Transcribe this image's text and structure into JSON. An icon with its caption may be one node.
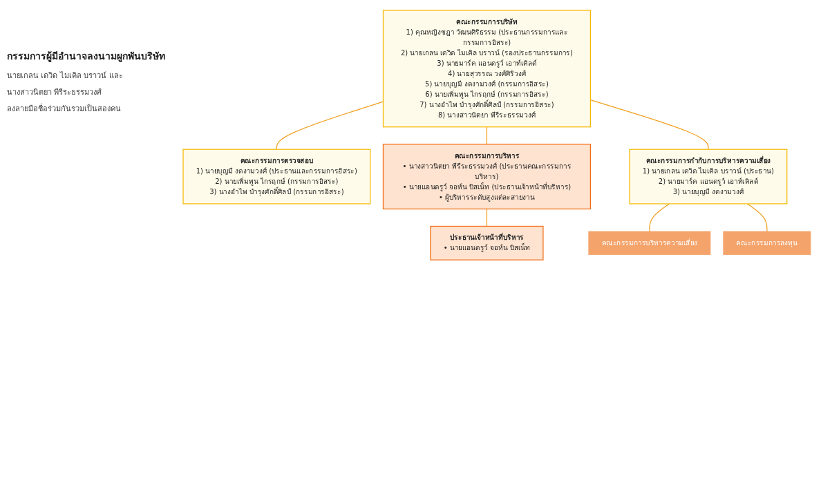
{
  "diagram": {
    "nodes": [
      {
        "text": [
          "คณะกรรมการบริษัท",
          "1) คุณหญิงชฎา วัฒนศิริธรรม (ประธานกรรมการและกรรมการอิสระ)",
          "2) นายเกลน เดวิด ไมเคิล บราวน์ (รองประธานกรรมการ)",
          "3) นายมาร์ค แอนดรูว์ เอาท์เคิลด์",
          "4) นายสุวรรณ วงศ์ศิริวงศ์",
          "5) นายบุญมี งดงามวงศ์ (กรรมการอิสระ)",
          "6) นายเพิ่มพูน ไกรฤกษ์ (กรรมการอิสระ)",
          "7) นางอำไพ บำรุงศักดิ์ศิลป์ (กรรมการอิสระ)",
          "8) นางสาวนิตยา พีรีระธรรมวงศ์"
        ]
      },
      {
        "text": [
          "คณะกรรมการตรวจสอบ",
          "1) นายบุญมี งดงามวงศ์ (ประธานและกรรมการอิสระ)",
          "2) นายเพิ่มพูน ไกรฤกษ์ (กรรมการอิสระ)",
          "3) นางอำไพ บำรุงศักดิ์ศิลป์ (กรรมการอิสระ)"
        ]
      },
      {
        "text": [
          "คณะกรรมการกำกับการบริหารความเสี่ยง",
          "1) นายเกลน เดวิด ไมเคิล บราวน์ (ประธาน)",
          "2) นายมาร์ค แอนดรูว์ เอาท์เคิลด์",
          "3) นายบุญมี งดงามวงศ์"
        ]
      },
      {
        "text": [
          "คณะกรรมการบริหาร",
          "• นางสาวนิตยา พีรีระธรรมวงศ์ (ประธานคณะกรรมการบริหาร)",
          "• นายแอนดรูว์ จอห์น บิสเน็ท (ประธานเจ้าหน้าที่บริหาร)",
          "• ผู้บริหารระดับสูงแต่ละสายงาน"
        ]
      },
      {
        "text": [
          "ประธานเจ้าหน้าที่บริหาร",
          "• นายแอนดรูว์ จอห์น บิสเน็ท"
        ]
      },
      {
        "text": [
          "คณะกรรมการบริหารความเสี่ยง"
        ]
      },
      {
        "text": [
          "คณะกรรมการลงทุน"
        ]
      }
    ],
    "edges": [
      {
        "from": 0,
        "to": 1,
        "arrow": "none"
      },
      {
        "from": 0,
        "to": 3,
        "arrow": "none"
      },
      {
        "from": 0,
        "to": 2,
        "arrow": "none"
      },
      {
        "from": 3,
        "to": 4,
        "arrow": "none"
      },
      {
        "from": 2,
        "to": 5,
        "arrow": "none"
      },
      {
        "from": 2,
        "to": 6,
        "arrow": "none"
      }
    ],
    "labels": [
      "กรรมการผู้มีอำนาจลงนามผูกพันบริษัท",
      "นายเกลน เดวิด ไมเคิล บราวน์ และ",
      "นางสาวนิตยา พีรีระธรรมวงศ์",
      "ลงลายมือชื่อร่วมกันรวมเป็นสองคน"
    ]
  }
}
